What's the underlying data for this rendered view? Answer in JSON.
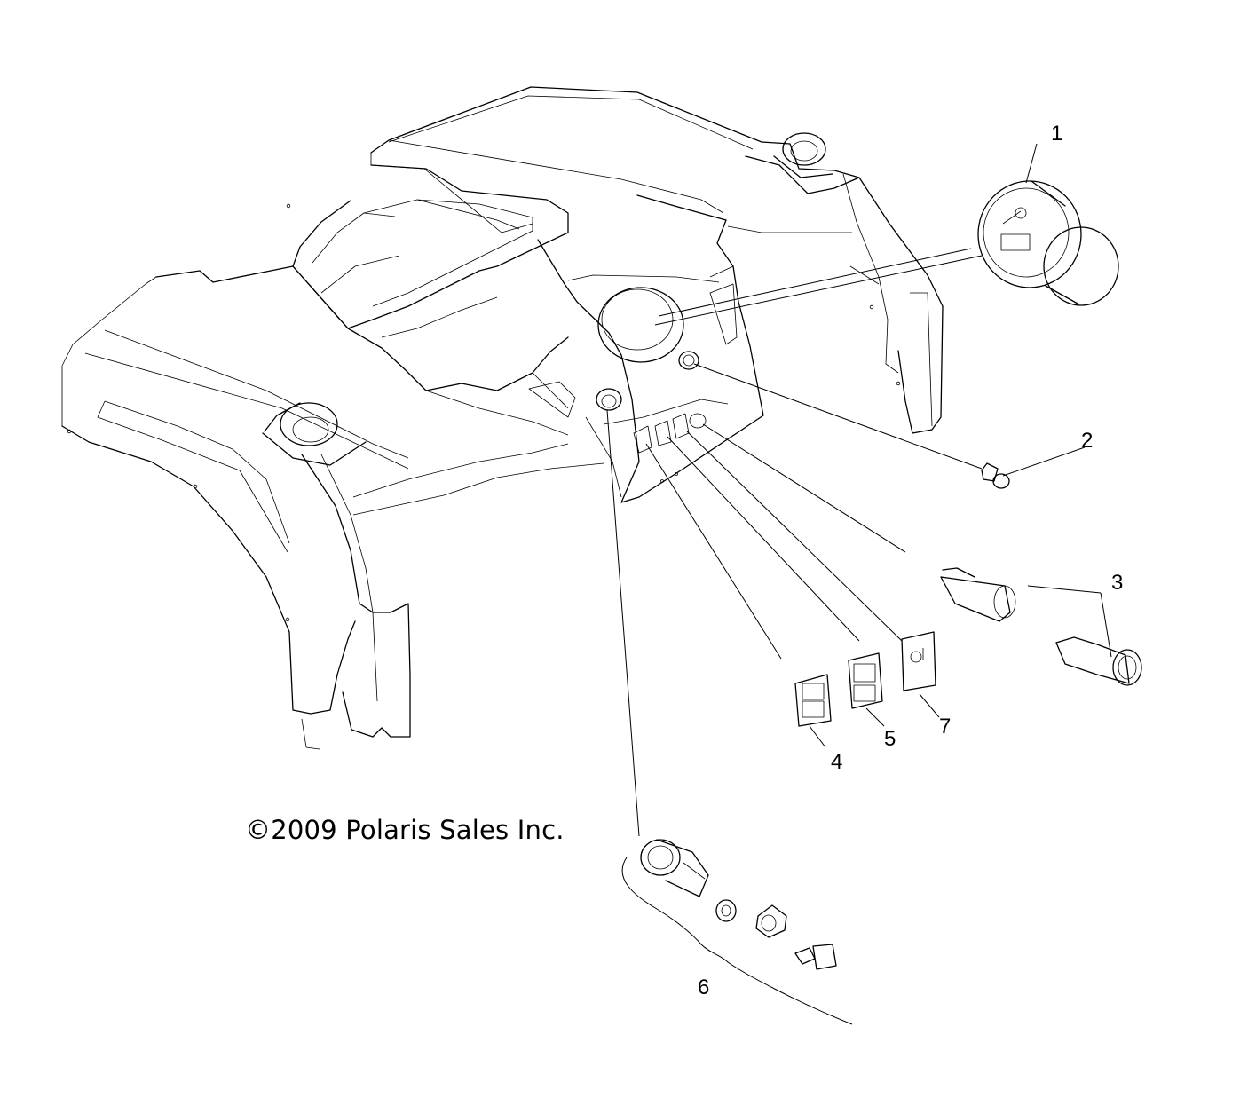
{
  "copyright": "©2009 Polaris Sales Inc.",
  "callouts": [
    {
      "id": "1",
      "label": "1"
    },
    {
      "id": "2",
      "label": "2"
    },
    {
      "id": "3",
      "label": "3"
    },
    {
      "id": "4",
      "label": "4"
    },
    {
      "id": "5",
      "label": "5"
    },
    {
      "id": "6",
      "label": "6"
    },
    {
      "id": "7",
      "label": "7"
    }
  ],
  "colors": {
    "line": "#000000",
    "background": "#ffffff"
  }
}
